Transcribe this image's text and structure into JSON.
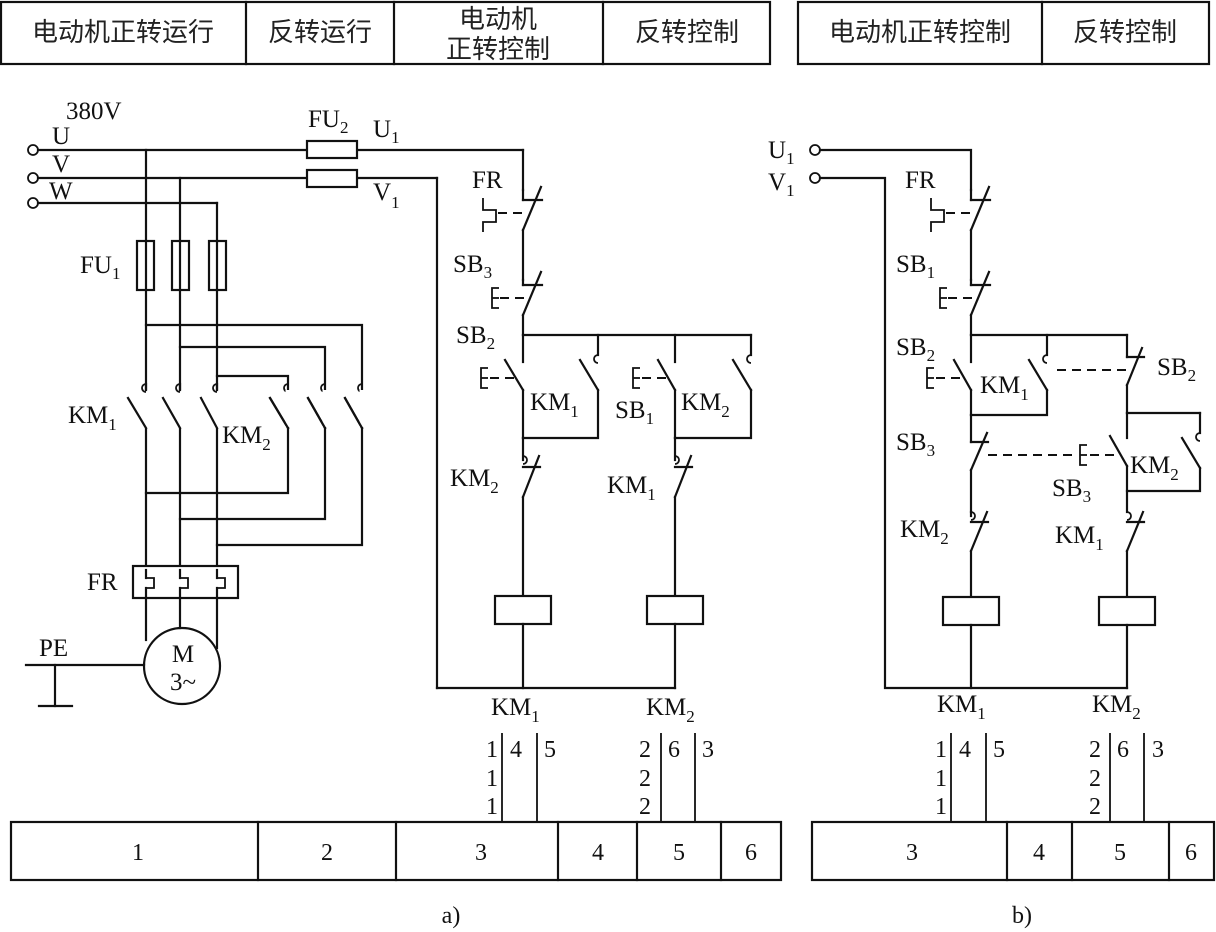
{
  "header_a": {
    "cells": [
      "电动机正转运行",
      "反转运行",
      "电动机",
      "正转控制",
      "反转控制"
    ]
  },
  "header_b": {
    "cells": [
      "电动机正转控制",
      "反转控制"
    ]
  },
  "diagram_a": {
    "supply_voltage": "380V",
    "phases": [
      "U",
      "V",
      "W"
    ],
    "fu1": {
      "main": "FU",
      "sub": "1"
    },
    "fu2": {
      "main": "FU",
      "sub": "2"
    },
    "u1": {
      "main": "U",
      "sub": "1"
    },
    "v1": {
      "main": "V",
      "sub": "1"
    },
    "km1_main": {
      "main": "KM",
      "sub": "1"
    },
    "km2_main": {
      "main": "KM",
      "sub": "2"
    },
    "fr_main": "FR",
    "pe": "PE",
    "motor_line1": "M",
    "motor_line2": "3~",
    "fr_ctrl": "FR",
    "sb3": {
      "main": "SB",
      "sub": "3"
    },
    "sb2": {
      "main": "SB",
      "sub": "2"
    },
    "sb1": {
      "main": "SB",
      "sub": "1"
    },
    "km1_hold": {
      "main": "KM",
      "sub": "1"
    },
    "km2_hold": {
      "main": "KM",
      "sub": "2"
    },
    "km2_interlock": {
      "main": "KM",
      "sub": "2"
    },
    "km1_interlock": {
      "main": "KM",
      "sub": "1"
    },
    "coil_km1": {
      "main": "KM",
      "sub": "1"
    },
    "coil_km2": {
      "main": "KM",
      "sub": "2"
    },
    "contacts_km1": {
      "col1": [
        "1",
        "1",
        "1"
      ],
      "col2": "4",
      "col3": "5"
    },
    "contacts_km2": {
      "col1": [
        "2",
        "2",
        "2"
      ],
      "col2": "6",
      "col3": "3"
    },
    "zones": [
      "1",
      "2",
      "3",
      "4",
      "5",
      "6"
    ],
    "caption": "a)"
  },
  "diagram_b": {
    "u1": {
      "main": "U",
      "sub": "1"
    },
    "v1": {
      "main": "V",
      "sub": "1"
    },
    "fr": "FR",
    "sb1": {
      "main": "SB",
      "sub": "1"
    },
    "sb2_left": {
      "main": "SB",
      "sub": "2"
    },
    "sb2_right": {
      "main": "SB",
      "sub": "2"
    },
    "km1_hold": {
      "main": "KM",
      "sub": "1"
    },
    "km2_hold": {
      "main": "KM",
      "sub": "2"
    },
    "sb3_left": {
      "main": "SB",
      "sub": "3"
    },
    "sb3_mid": {
      "main": "SB",
      "sub": "3"
    },
    "km2_interlock": {
      "main": "KM",
      "sub": "2"
    },
    "km1_interlock": {
      "main": "KM",
      "sub": "1"
    },
    "coil_km1": {
      "main": "KM",
      "sub": "1"
    },
    "coil_km2": {
      "main": "KM",
      "sub": "2"
    },
    "contacts_km1": {
      "col1": [
        "1",
        "1",
        "1"
      ],
      "col2": "4",
      "col3": "5"
    },
    "contacts_km2": {
      "col1": [
        "2",
        "2",
        "2"
      ],
      "col2": "6",
      "col3": "3"
    },
    "zones": [
      "3",
      "4",
      "5",
      "6"
    ],
    "caption": "b)"
  }
}
